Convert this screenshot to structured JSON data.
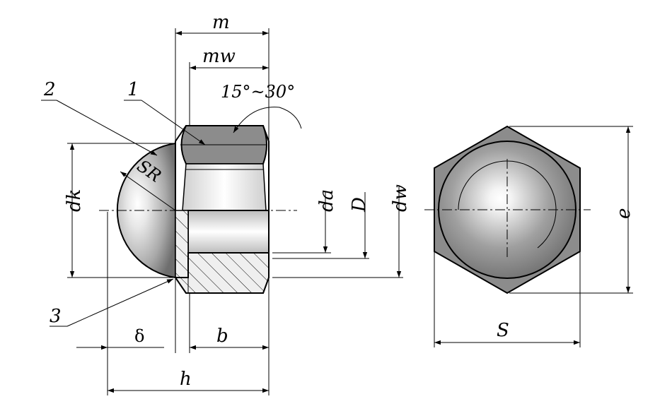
{
  "labels": {
    "m": "m",
    "mw": "mw",
    "angle": "15°~30°",
    "callout_1": "1",
    "callout_2": "2",
    "callout_3": "3",
    "sr": "SR",
    "dk": "dk",
    "da": "da",
    "D": "D",
    "dw": "dw",
    "delta": "δ",
    "b": "b",
    "h": "h",
    "S": "S",
    "e": "e"
  },
  "colors": {
    "line": "#000000",
    "hex_face": "#8c8c8c",
    "section_hatch": "#eeeeee",
    "bore": "#f2f2f2"
  }
}
